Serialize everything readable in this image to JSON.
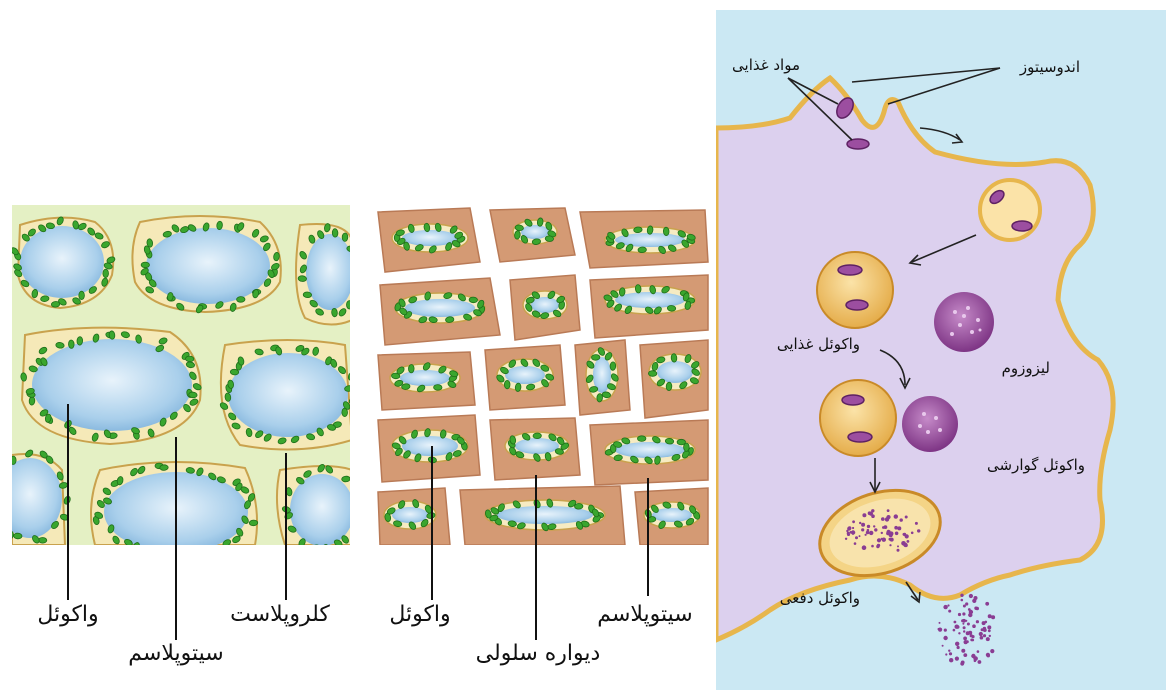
{
  "panel_left": {
    "labels": {
      "vacuole": "واکوئل",
      "cytoplasm": "سیتوپلاسم",
      "chloroplast": "کلروپلاست"
    }
  },
  "panel_middle": {
    "labels": {
      "vacuole": "واکوئل",
      "cell_wall": "دیواره سلولی",
      "cytoplasm": "سیتوپلاسم"
    }
  },
  "panel_right": {
    "labels": {
      "food": "مواد غذایی",
      "endocytosis": "اندوسیتوز",
      "food_vacuole": "واکوئل غذایی",
      "lysosome": "لیزوزوم",
      "digestive_vacuole": "واکوئل گوارشی",
      "excretory_vacuole": "واکوئل دفعی"
    }
  },
  "colors": {
    "plant_bg": "#e4f0c4",
    "vacuole": "#a9cfeb",
    "chloroplast": "#3aa62e",
    "cell_wall_tan": "#d49a74",
    "amoeba_bg": "#dcd0ee",
    "water": "#cbe8f3",
    "membrane": "#e7b64c",
    "lysosome": "#9c4ea0"
  }
}
